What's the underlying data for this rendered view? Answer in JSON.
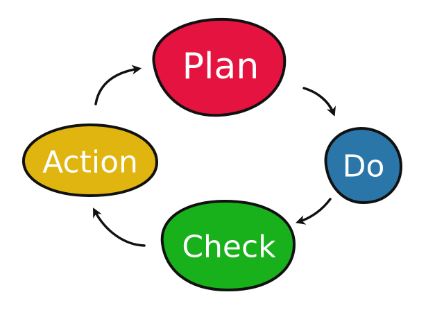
{
  "nodes": [
    {
      "id": "plan",
      "label": "Plan",
      "color": "#e5133f"
    },
    {
      "id": "do",
      "label": "Do",
      "color": "#2a76a9"
    },
    {
      "id": "check",
      "label": "Check",
      "color": "#18b11c"
    },
    {
      "id": "action",
      "label": "Action",
      "color": "#e0b510"
    }
  ],
  "edges": [
    {
      "from": "plan",
      "to": "do"
    },
    {
      "from": "do",
      "to": "check"
    },
    {
      "from": "check",
      "to": "action"
    },
    {
      "from": "action",
      "to": "plan"
    }
  ],
  "colors": {
    "outline": "#111111",
    "label": "#ffffff",
    "background": "#ffffff"
  }
}
